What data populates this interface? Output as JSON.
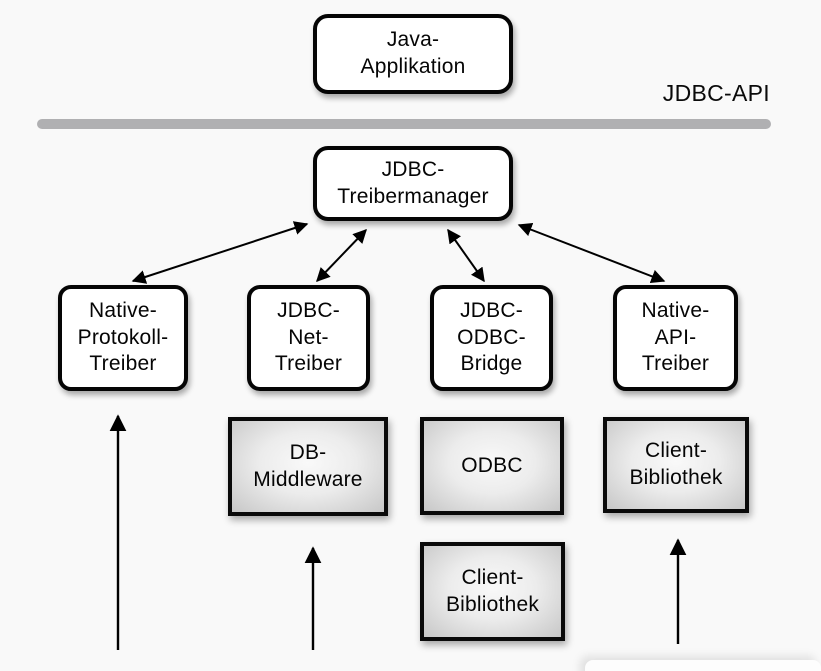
{
  "diagram_title": "JDBC architecture diagram",
  "colors": {
    "background": "#f9f9f9",
    "box_fill": "#ffffff",
    "box_border": "#000000",
    "divider_bar": "#b0b0b2",
    "gray_box_edge": "#c7c7c7",
    "arrow": "#000000"
  },
  "api_bar": {
    "label": "JDBC-API"
  },
  "nodes": {
    "java_app": {
      "label": "Java-\nApplikation"
    },
    "treibermanager": {
      "label": "JDBC-\nTreibermanager"
    },
    "native_protokoll": {
      "label": "Native-\nProtokoll-\nTreiber"
    },
    "jdbc_net": {
      "label": "JDBC-\nNet-\nTreiber"
    },
    "jdbc_odbc": {
      "label": "JDBC-\nODBC-\nBridge"
    },
    "native_api": {
      "label": "Native-\nAPI-\nTreiber"
    },
    "db_middleware": {
      "label": "DB-\nMiddleware"
    },
    "odbc": {
      "label": "ODBC"
    },
    "client_bibliothek_right": {
      "label": "Client-\nBibliothek"
    },
    "client_bibliothek_bottom": {
      "label": "Client-\nBibliothek"
    }
  }
}
